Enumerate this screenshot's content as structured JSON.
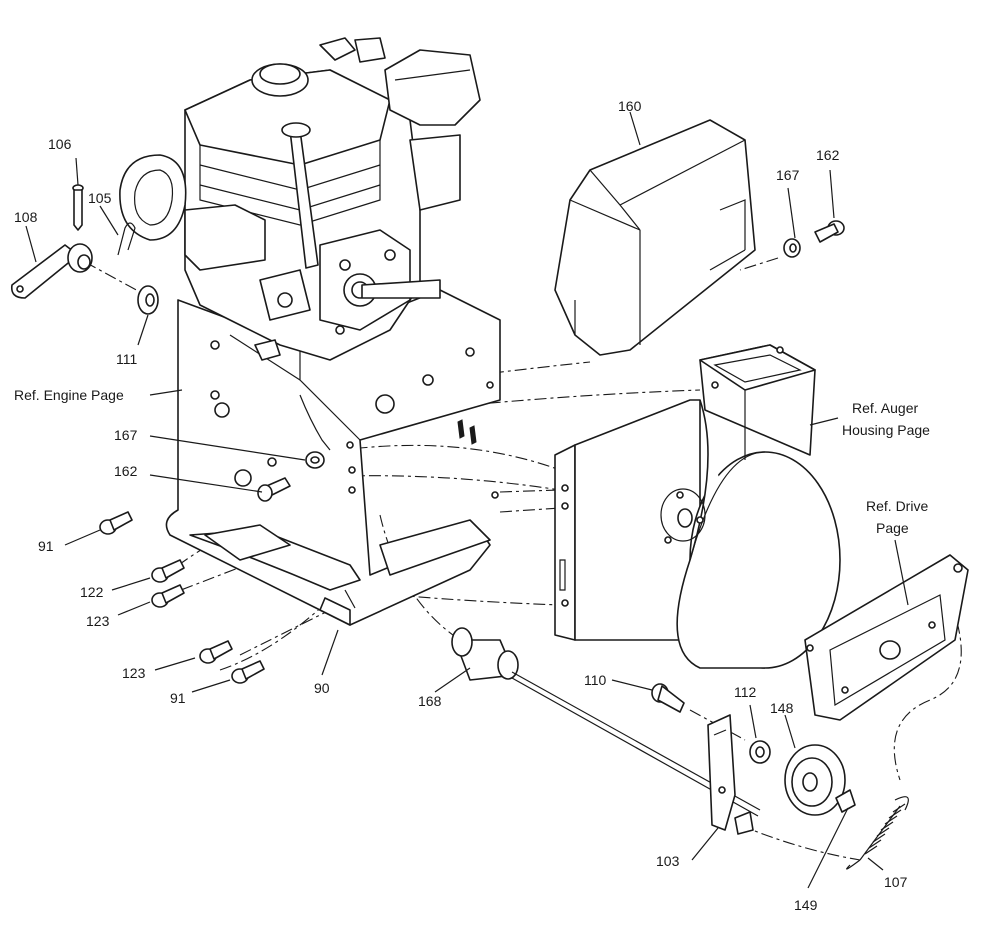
{
  "labels": {
    "p106": "106",
    "p105": "105",
    "p108": "108",
    "p111": "111",
    "ref_engine": "Ref. Engine Page",
    "p167_left": "167",
    "p162_left": "162",
    "p91_top": "91",
    "p122": "122",
    "p123_top": "123",
    "p123_bottom": "123",
    "p91_bottom": "91",
    "p90": "90",
    "p168": "168",
    "p160": "160",
    "p167_right": "167",
    "p162_right": "162",
    "ref_auger_line1": "Ref. Auger",
    "ref_auger_line2": "Housing Page",
    "ref_drive_line1": "Ref. Drive",
    "ref_drive_line2": "Page",
    "p110": "110",
    "p112": "112",
    "p148": "148",
    "p103": "103",
    "p149": "149",
    "p107": "107"
  },
  "colors": {
    "line": "#1a1a1a",
    "background": "#ffffff"
  }
}
